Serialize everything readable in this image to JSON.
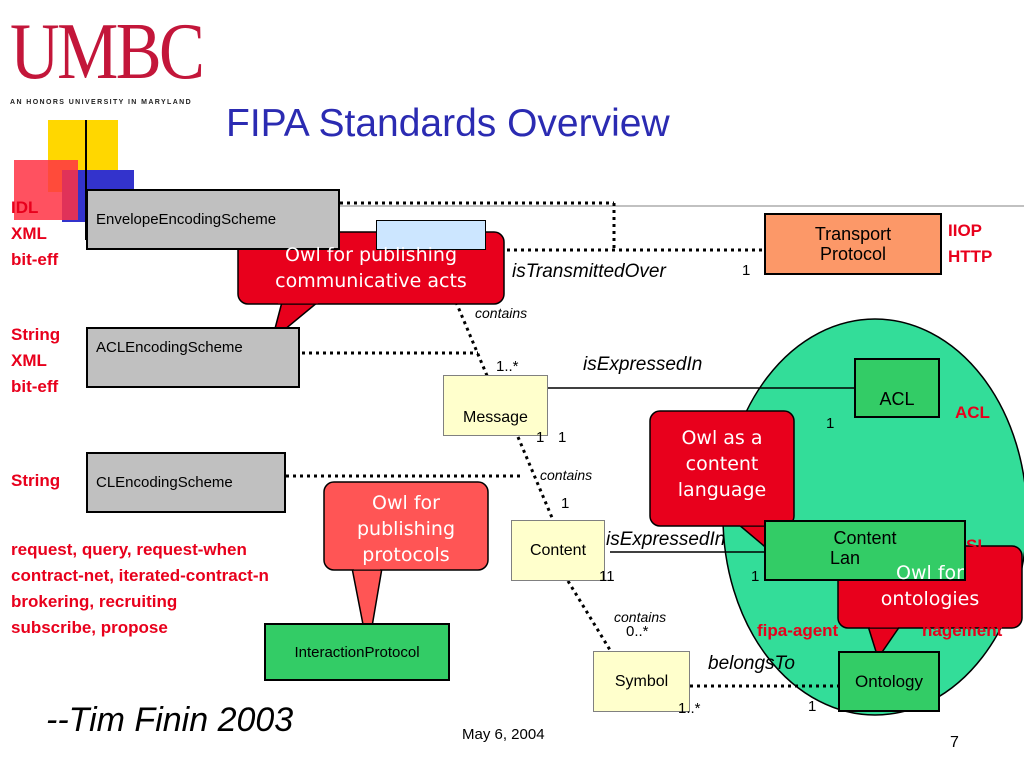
{
  "logo": {
    "text": "UMBC",
    "tagline": "AN HONORS UNIVERSITY IN MARYLAND"
  },
  "title": "FIPA Standards Overview",
  "boxes": {
    "envelope": "EnvelopeEncodingScheme",
    "acl_enc": "ACLEncodingScheme",
    "cl_enc": "CLEncodingScheme",
    "interaction": "InteractionProtocol",
    "transport_l1": "Transport",
    "transport_l2": "Protocol",
    "message": "Message",
    "content": "Content",
    "symbol": "Symbol",
    "acl": "ACL",
    "content_lang_l1": "Content",
    "content_lang_l2": "Lan",
    "ontology": "Ontology"
  },
  "left_labels": {
    "envelope_l1": "IDL",
    "envelope_l2": "XML",
    "envelope_l3": "bit-eff",
    "acl_l1": "String",
    "acl_l2": "XML",
    "acl_l3": "bit-eff",
    "cl_l1": "String",
    "proto_l1": "request, query, request-when",
    "proto_l2": "contract-net, iterated-contract-n",
    "proto_l3": "brokering, recruiting",
    "proto_l4": "subscribe, propose"
  },
  "right_labels": {
    "transport_l1": "IIOP",
    "transport_l2": "HTTP",
    "acl": "ACL",
    "sl": "SL",
    "mgmt_l1": "fipa-agent",
    "mgmt_l2": "nagement"
  },
  "relations": {
    "is_transmitted_over": "isTransmittedOver",
    "is_expressed_in_1": "isExpressedIn",
    "is_expressed_in_2": "isExpressedIn",
    "belongs_to": "belongsTo",
    "contains_1": "contains",
    "contains_2": "contains",
    "contains_3": "contains"
  },
  "multiplicities": {
    "m_transport": "1",
    "m_msg_top": "1..*",
    "m_acl": "1",
    "m_msg_bottom_a": "1",
    "m_msg_bottom_b": "1",
    "m_content_top": "1",
    "m_content_bottom": "11",
    "m_content_lang": "1",
    "m_symbol_top": "0..*",
    "m_symbol_bottom": "1..*",
    "m_ontology": "1"
  },
  "callouts": {
    "acts": [
      "Owl for publishing",
      "communicative acts"
    ],
    "content_lang": [
      "Owl as a",
      "content",
      "language"
    ],
    "protocols": [
      "Owl for",
      "publishing",
      "protocols"
    ],
    "ontologies": [
      "Owl for",
      "ontologies"
    ]
  },
  "author": "--Tim Finin 2003",
  "footer": {
    "date": "May 6, 2004",
    "page": "7"
  },
  "colors": {
    "brand_red": "#c3163a",
    "title_blue": "#2b2bb2",
    "label_red": "#e8001c",
    "callout_red": "#e8001c",
    "ellipse_green": "#33dd99",
    "box_green": "#33cc66",
    "box_orange": "#fc9868",
    "box_gray": "#c0c0c0",
    "box_cream": "#ffffcc"
  }
}
